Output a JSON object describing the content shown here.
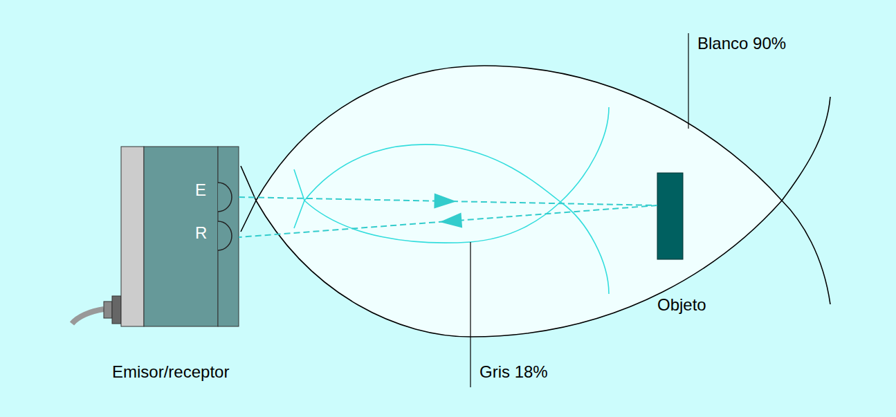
{
  "diagram": {
    "nodes": [
      {
        "text": [
          "E",
          "R",
          "Emisor/receptor"
        ]
      },
      {
        "text": [
          "Objeto"
        ]
      }
    ],
    "edges": [
      {
        "from": 0,
        "to": 1,
        "arrow": "to"
      },
      {
        "from": 1,
        "to": 0,
        "arrow": "to"
      }
    ],
    "labels": [
      "Blanco 90%",
      "Gris 18%"
    ]
  }
}
